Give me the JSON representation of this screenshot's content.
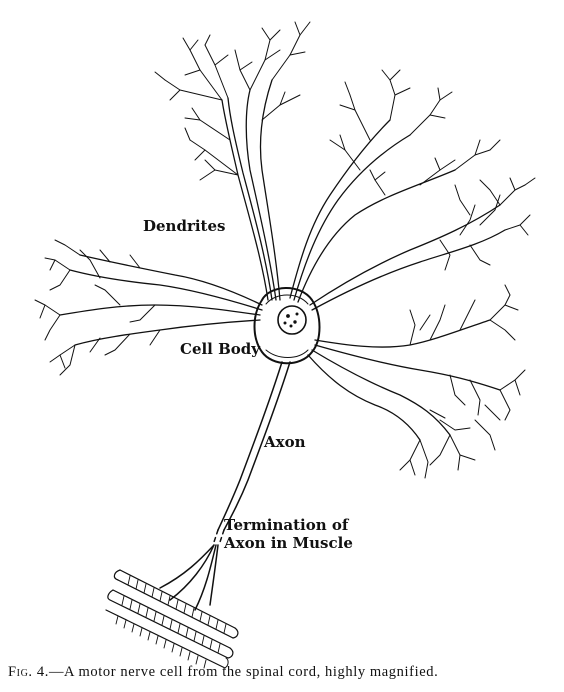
{
  "labels": {
    "dendrites": "Dendrites",
    "cell_body": "Cell Body",
    "axon": "Axon",
    "termination_line1": "Termination of",
    "termination_line2": "Axon in Muscle"
  },
  "caption": {
    "fig_ref": "Fig. 4.",
    "text": "—A motor nerve cell from the spinal cord, highly magnified."
  },
  "colors": {
    "ink": "#111111",
    "paper": "#ffffff"
  }
}
